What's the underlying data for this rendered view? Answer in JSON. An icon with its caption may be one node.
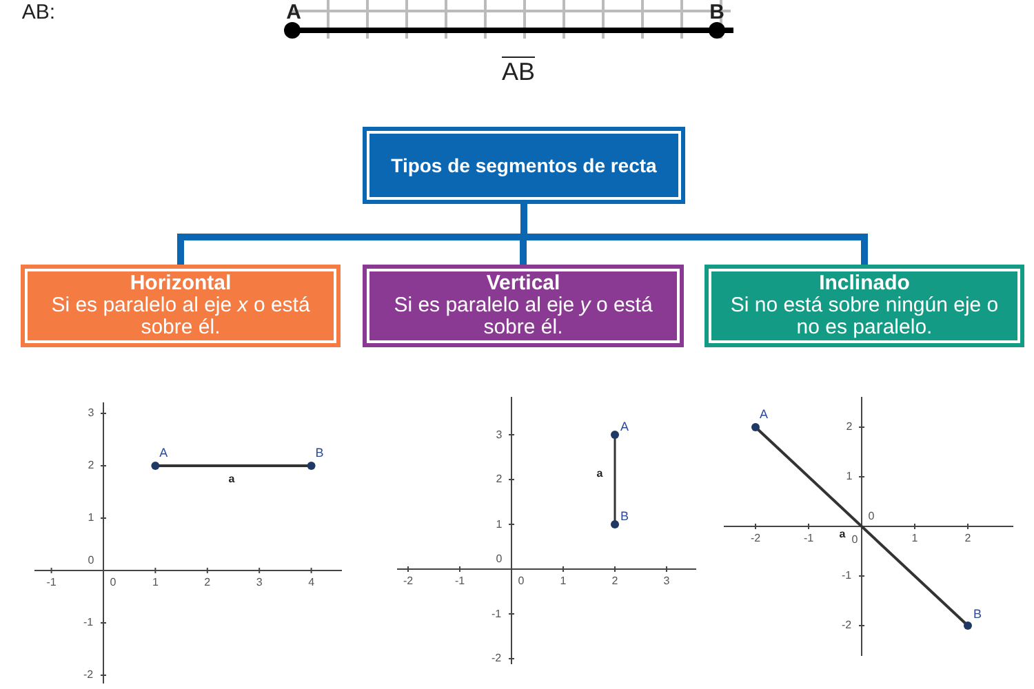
{
  "diagram": {
    "nodes": [
      {
        "text": [
          "Tipos de segmentos de recta"
        ]
      },
      {
        "text": [
          "Horizontal",
          "Si es paralelo al eje *x* o está sobre él."
        ]
      },
      {
        "text": [
          "Vertical",
          "Si es paralelo al eje *y* o está sobre él."
        ]
      },
      {
        "text": [
          "Inclinado",
          "Si no está sobre ningún eje o no es paralelo."
        ]
      }
    ],
    "edges": [
      {
        "from": 0,
        "to": 1,
        "arrow": "none"
      },
      {
        "from": 0,
        "to": 2,
        "arrow": "none"
      },
      {
        "from": 0,
        "to": 3,
        "arrow": "none"
      }
    ],
    "labels": [
      "AB:",
      "A",
      "B",
      "AB",
      "A",
      "B",
      "a",
      "3",
      "2",
      "1",
      "0",
      "-1",
      "-2",
      "-1",
      "0",
      "1",
      "2",
      "3",
      "4",
      "A",
      "B",
      "a",
      "3",
      "2",
      "1",
      "0",
      "-1",
      "-2",
      "-2",
      "-1",
      "0",
      "1",
      "2",
      "3",
      "A",
      "B",
      "a",
      "2",
      "1",
      "0",
      "-1",
      "-2",
      "-2",
      "-1",
      "0",
      "1",
      "2"
    ]
  }
}
